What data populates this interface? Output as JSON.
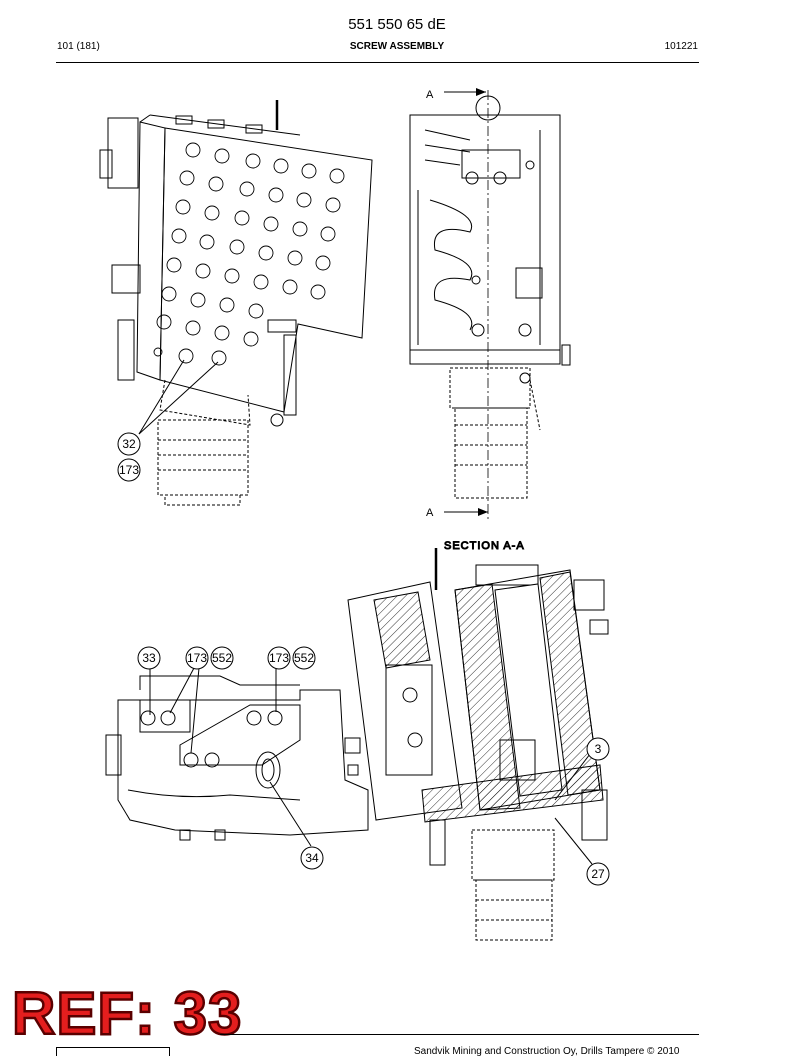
{
  "header": {
    "doc_number": "551 550 65 dE",
    "page": "101 (181)",
    "title": "SCREW ASSEMBLY",
    "code": "101221"
  },
  "drawing": {
    "section_marker": "A",
    "section_label": "SECTION A-A",
    "callouts": {
      "c32": "32",
      "c173a": "173",
      "c33": "33",
      "c173b": "173",
      "c552a": "552",
      "c173c": "173",
      "c552b": "552",
      "c34": "34",
      "c3": "3",
      "c27": "27"
    }
  },
  "stamp": {
    "ref": "REF: 33"
  },
  "footer": {
    "copyright": "Sandvik Mining and Construction Oy, Drills Tampere © 2010"
  },
  "colors": {
    "stamp_fill": "#e41e1e",
    "stamp_outline": "#5a0000",
    "line": "#000000"
  }
}
